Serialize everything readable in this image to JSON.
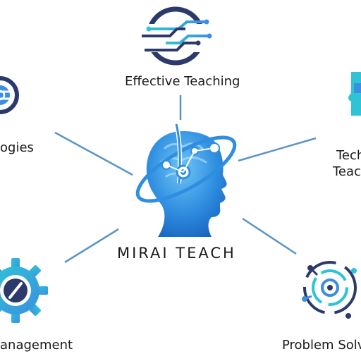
{
  "center": {
    "brand": "MIRAI TEACH",
    "icon": "ai-head-icon"
  },
  "nodes": [
    {
      "id": "effective-teaching",
      "label": "Effective Teaching",
      "icon": "circuit-globe-icon"
    },
    {
      "id": "technologies",
      "label": "ogies",
      "icon": "tech-globe-icon"
    },
    {
      "id": "tech-teaching",
      "label_line1": "Tech",
      "label_line2": "Teac",
      "icon": "puzzle-icon"
    },
    {
      "id": "management",
      "label": "anagement",
      "icon": "gear-icon"
    },
    {
      "id": "problem-solving",
      "label": "Problem Solv",
      "icon": "orbit-circuit-icon"
    }
  ],
  "colors": {
    "accent_blue": "#2f8ee0",
    "light_blue": "#5fb8f0",
    "navy": "#2b3a6b",
    "teal": "#2ec4d6",
    "line": "#5b93c9"
  }
}
